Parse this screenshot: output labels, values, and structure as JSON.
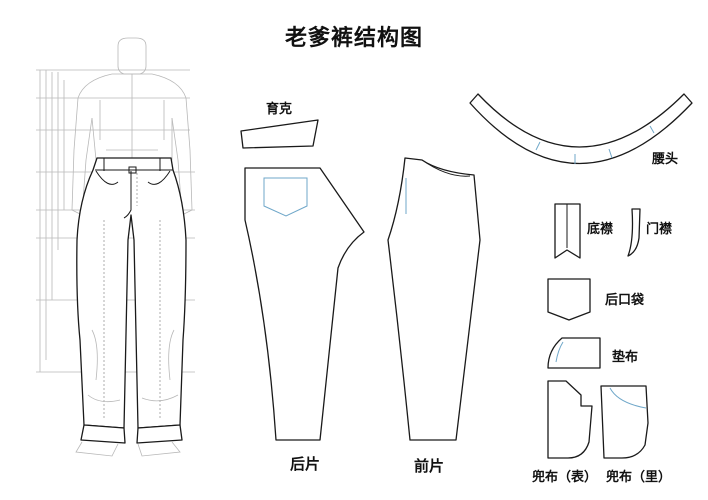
{
  "title": "老爹裤结构图",
  "pieces": {
    "yoke": "育克",
    "waistband": "腰头",
    "under_fly": "底襟",
    "fly": "门襟",
    "back_pocket": "后口袋",
    "facing": "垫布",
    "back": "后片",
    "front": "前片",
    "pocket_outer": "兜布（表）",
    "pocket_inner": "兜布（里）"
  },
  "colors": {
    "outline": "#1a1a1a",
    "stitch": "#6fa7c9",
    "guide": "#b8b8b8"
  }
}
